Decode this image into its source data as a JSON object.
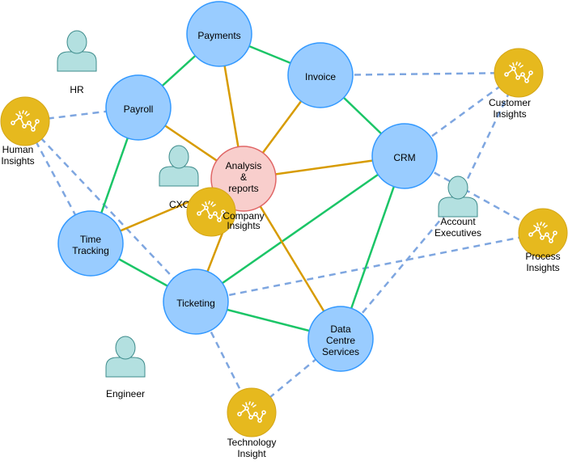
{
  "colors": {
    "system_fill": "#99ccff",
    "system_stroke": "#3399ff",
    "hub_fill": "#f8cecc",
    "hub_stroke": "#e06666",
    "insight_fill": "#e6b91e",
    "insight_icon": "#ffffff",
    "person_fill": "#b3e0e0",
    "person_stroke": "#3d8b8b",
    "link_green": "#1bc567",
    "link_orange": "#d79b00",
    "link_blue": "#7ea6e0"
  },
  "systems": [
    {
      "id": "payments",
      "lines": [
        "Payments"
      ]
    },
    {
      "id": "payroll",
      "lines": [
        "Payroll"
      ]
    },
    {
      "id": "invoice",
      "lines": [
        "Invoice"
      ]
    },
    {
      "id": "crm",
      "lines": [
        "CRM"
      ]
    },
    {
      "id": "time-tracking",
      "lines": [
        "Time",
        "Tracking"
      ]
    },
    {
      "id": "ticketing",
      "lines": [
        "Ticketing"
      ]
    },
    {
      "id": "data-centre",
      "lines": [
        "Data",
        "Centre",
        "Services"
      ]
    }
  ],
  "hub": {
    "id": "analysis",
    "lines": [
      "Analysis",
      "&",
      "reports"
    ]
  },
  "insights": [
    {
      "id": "human",
      "lines": [
        "Human",
        "Insights"
      ],
      "icon": "analytics-icon"
    },
    {
      "id": "company",
      "lines": [
        "Company",
        "Insights"
      ],
      "icon": "analytics-icon"
    },
    {
      "id": "customer",
      "lines": [
        "Customer",
        "Insights"
      ],
      "icon": "analytics-icon"
    },
    {
      "id": "process",
      "lines": [
        "Process",
        "Insights"
      ],
      "icon": "analytics-icon"
    },
    {
      "id": "technology",
      "lines": [
        "Technology",
        "Insight"
      ],
      "icon": "analytics-icon"
    }
  ],
  "roles": [
    {
      "id": "hr",
      "lines": [
        "HR"
      ],
      "icon": "person-icon"
    },
    {
      "id": "cxo",
      "lines": [
        "CXO"
      ],
      "icon": "person-icon"
    },
    {
      "id": "engineer",
      "lines": [
        "Engineer"
      ],
      "icon": "person-icon"
    },
    {
      "id": "account-executives",
      "lines": [
        "Account",
        "Executives"
      ],
      "icon": "person-icon"
    }
  ],
  "links_green": [
    [
      "payroll",
      "payments"
    ],
    [
      "payments",
      "invoice"
    ],
    [
      "invoice",
      "crm"
    ],
    [
      "payroll",
      "time-tracking"
    ],
    [
      "time-tracking",
      "ticketing"
    ],
    [
      "ticketing",
      "data-centre"
    ],
    [
      "ticketing",
      "crm"
    ],
    [
      "data-centre",
      "crm"
    ]
  ],
  "links_orange": [
    [
      "analysis",
      "payments"
    ],
    [
      "analysis",
      "payroll"
    ],
    [
      "analysis",
      "invoice"
    ],
    [
      "analysis",
      "crm"
    ],
    [
      "analysis",
      "time-tracking"
    ],
    [
      "analysis",
      "ticketing"
    ],
    [
      "analysis",
      "data-centre"
    ]
  ],
  "links_blue": [
    [
      "invoice",
      "customer"
    ],
    [
      "human",
      "payroll"
    ],
    [
      "human",
      "time-tracking"
    ],
    [
      "human",
      "ticketing"
    ],
    [
      "crm",
      "customer"
    ],
    [
      "crm",
      "process"
    ],
    [
      "ticketing",
      "process"
    ],
    [
      "ticketing",
      "technology"
    ],
    [
      "technology",
      "data-centre"
    ],
    [
      "data-centre",
      "account-executives"
    ],
    [
      "account-executives",
      "customer"
    ]
  ]
}
